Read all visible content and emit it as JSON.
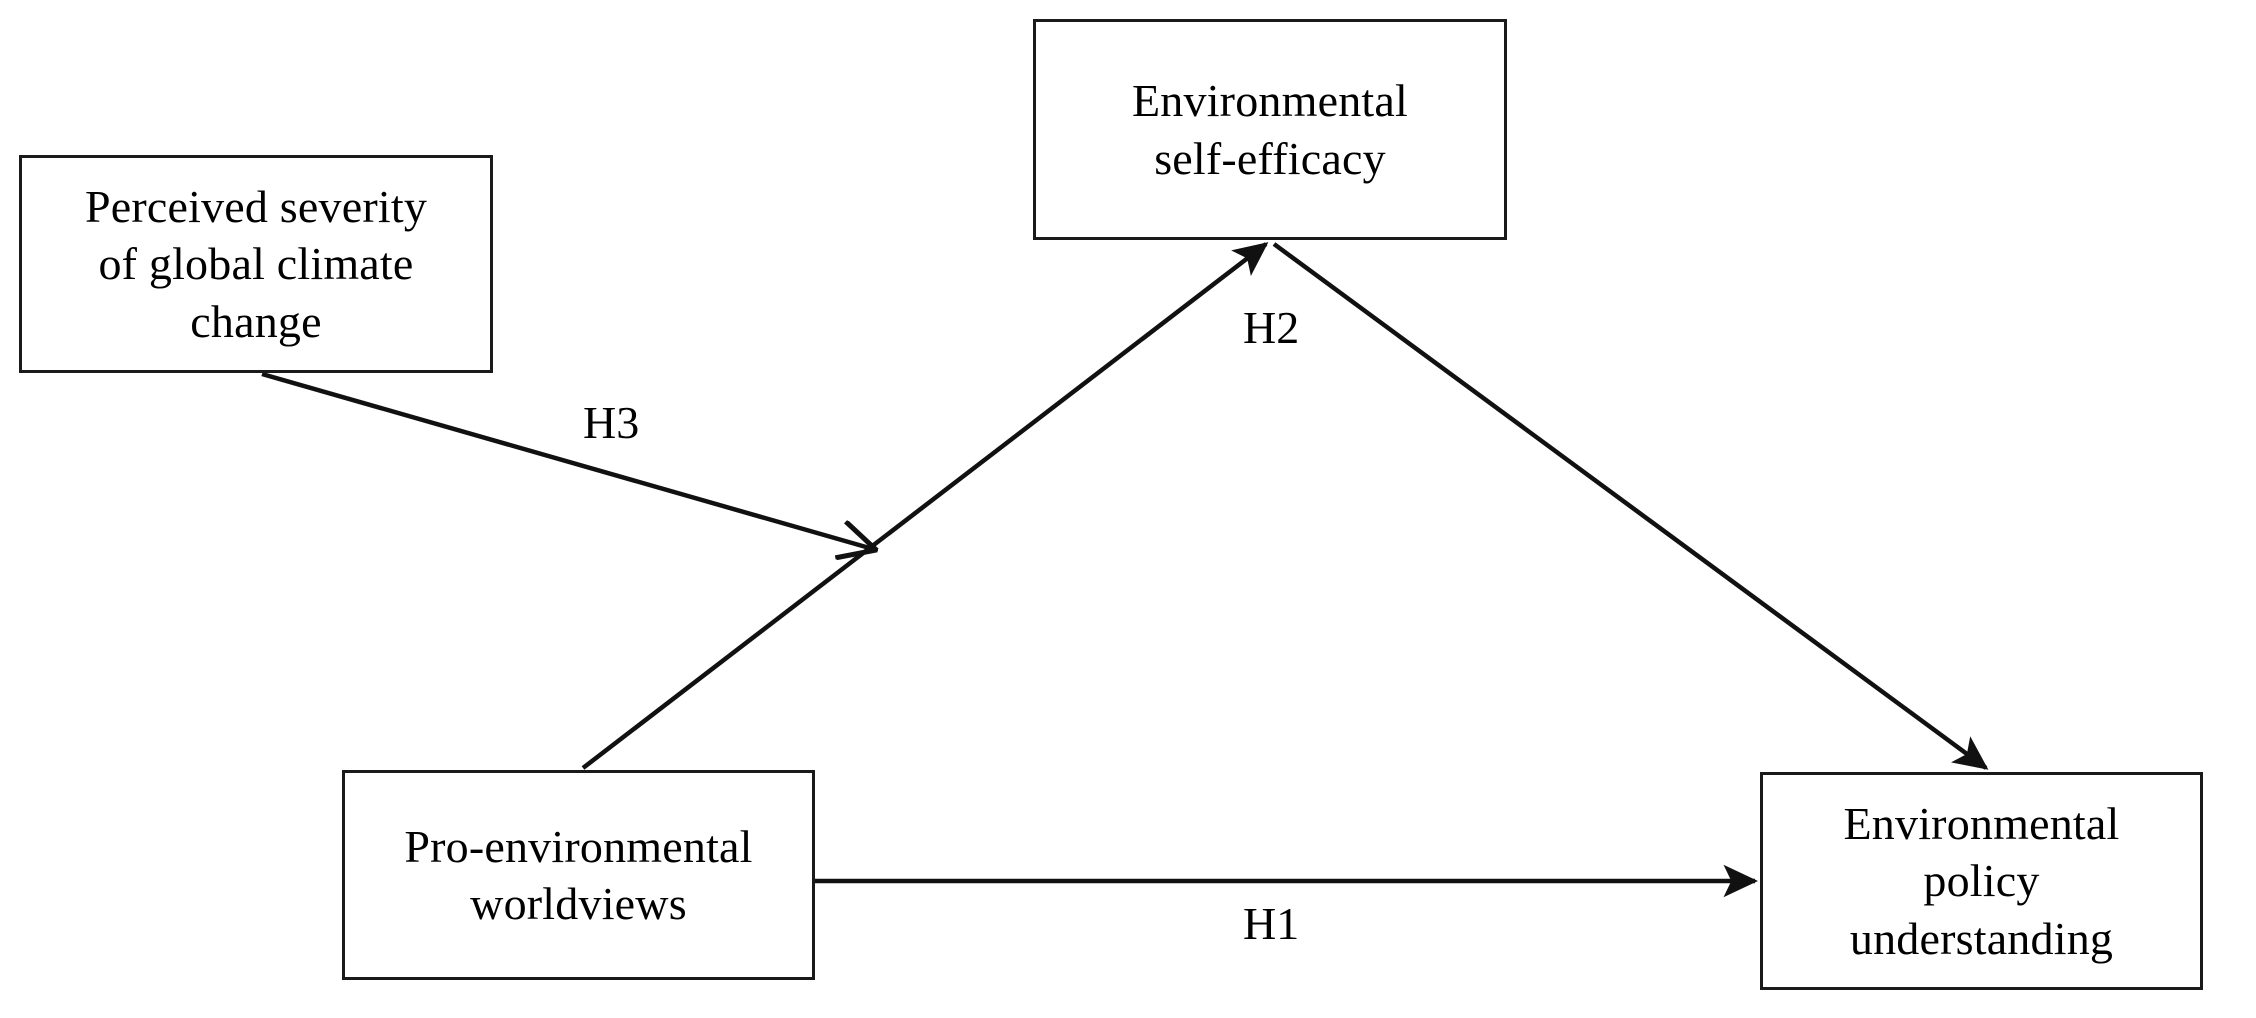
{
  "diagram": {
    "type": "conceptual-research-model",
    "background_color": "#ffffff",
    "line_color": "#1a1a1a",
    "text_color": "#000000",
    "nodes": [
      {
        "id": "severity",
        "label": "Perceived severity\nof global climate\nchange",
        "role": "moderator"
      },
      {
        "id": "selfefficacy",
        "label": "Environmental\nself-efficacy",
        "role": "mediator"
      },
      {
        "id": "worldviews",
        "label": "Pro-environmental\nworldviews",
        "role": "predictor"
      },
      {
        "id": "policy",
        "label": "Environmental\npolicy\nunderstanding",
        "role": "outcome"
      }
    ],
    "edges": [
      {
        "id": "h1",
        "label": "H1",
        "from": "worldviews",
        "to": "policy",
        "style": "straight-arrow"
      },
      {
        "id": "h2",
        "label": "H2",
        "from": "worldviews",
        "to": "policy",
        "via": "selfefficacy",
        "style": "mediation-arrow"
      },
      {
        "id": "h3",
        "label": "H3",
        "from": "severity",
        "to": "h2-path-a",
        "style": "moderation-arrow"
      }
    ]
  }
}
